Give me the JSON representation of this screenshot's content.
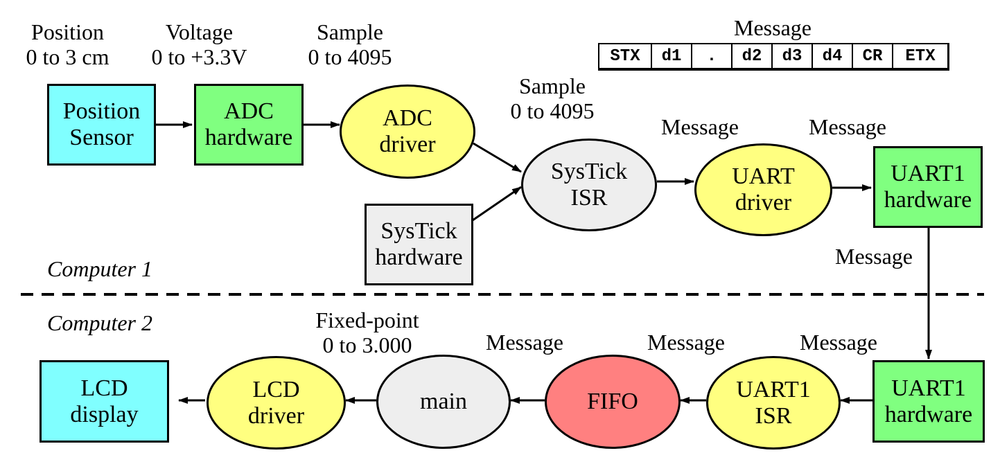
{
  "colors": {
    "sensor_cyan": "#80ffff",
    "hardware_green": "#80ff80",
    "driver_yellow": "#ffff80",
    "isr_gray": "#eeeeee",
    "fifo_red": "#ff8080",
    "line": "#000000"
  },
  "labels": {
    "position": [
      "Position",
      "0 to 3 cm"
    ],
    "voltage": [
      "Voltage",
      "0 to +3.3V"
    ],
    "sample_top": [
      "Sample",
      "0 to 4095"
    ],
    "sample_mid": [
      "Sample",
      "0 to 4095"
    ],
    "message_format_title": "Message",
    "msg_isr_uart": "Message",
    "msg_uart_hw": "Message",
    "msg_vertical": "Message",
    "fixed_point": [
      "Fixed-point",
      "0 to 3.000"
    ],
    "msg_main_fifo": "Message",
    "msg_fifo_isr": "Message",
    "msg_isr_hw": "Message"
  },
  "message_fields": [
    "STX",
    "d1",
    ".",
    "d2",
    "d3",
    "d4",
    "CR",
    "ETX"
  ],
  "nodes": {
    "position_sensor": [
      "Position",
      "Sensor"
    ],
    "adc_hardware": [
      "ADC",
      "hardware"
    ],
    "adc_driver": [
      "ADC",
      "driver"
    ],
    "systick_isr": [
      "SysTick",
      "ISR"
    ],
    "systick_hardware": [
      "SysTick",
      "hardware"
    ],
    "uart_driver": [
      "UART",
      "driver"
    ],
    "uart1_hardware_c1": [
      "UART1",
      "hardware"
    ],
    "lcd_display": [
      "LCD",
      "display"
    ],
    "lcd_driver": [
      "LCD",
      "driver"
    ],
    "main": [
      "main"
    ],
    "fifo": [
      "FIFO"
    ],
    "uart1_isr": [
      "UART1",
      "ISR"
    ],
    "uart1_hardware_c2": [
      "UART1",
      "hardware"
    ]
  },
  "computers": {
    "c1": "Computer 1",
    "c2": "Computer 2"
  }
}
